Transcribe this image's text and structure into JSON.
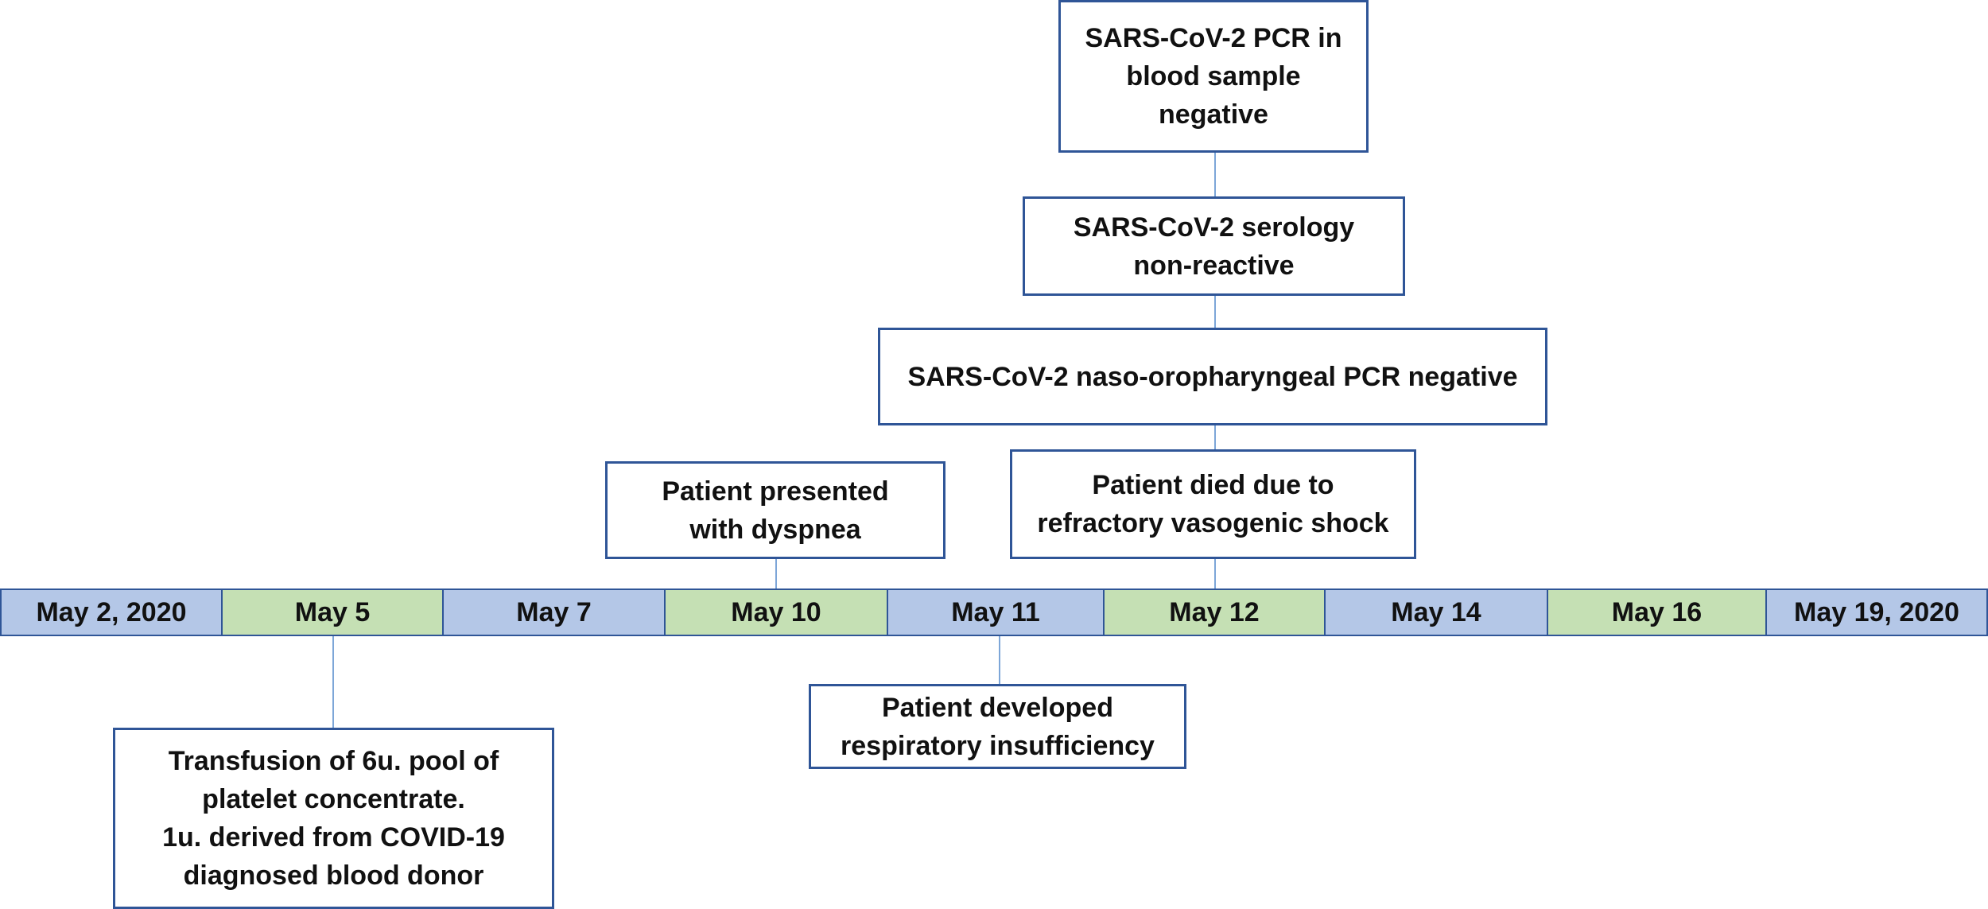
{
  "timeline": {
    "dates": [
      "May 2, 2020",
      "May 5",
      "May 7",
      "May 10",
      "May 11",
      "May 12",
      "May 14",
      "May 16",
      "May 19, 2020"
    ],
    "colors": {
      "blue": "#b4c7e7",
      "green": "#c5e0b4",
      "border": "#2f5597",
      "connector": "#7da6d8"
    }
  },
  "events": {
    "pcr_blood": "SARS-CoV-2 PCR in\nblood sample\nnegative",
    "serology": "SARS-CoV-2 serology\nnon-reactive",
    "naso_pcr": "SARS-CoV-2 naso-oropharyngeal PCR  negative",
    "dyspnea": "Patient presented\nwith dyspnea",
    "died": "Patient died due to\nrefractory vasogenic shock",
    "resp_insufficiency": "Patient developed\nrespiratory insufficiency",
    "transfusion": "Transfusion of  6u. pool of\nplatelet concentrate.\n1u. derived from COVID-19\ndiagnosed blood donor"
  }
}
